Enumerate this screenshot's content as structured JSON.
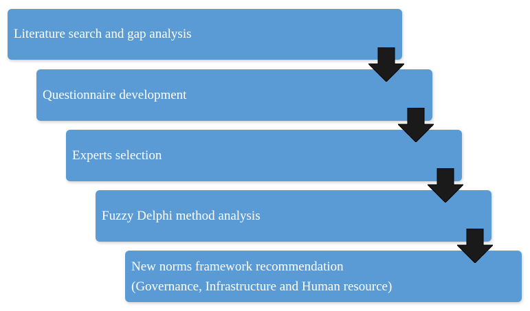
{
  "steps": [
    {
      "label": "Literature search and gap analysis"
    },
    {
      "label": "Questionnaire development"
    },
    {
      "label": "Experts selection"
    },
    {
      "label": "Fuzzy Delphi method analysis"
    },
    {
      "label_line1": "New norms framework recommendation",
      "label_line2": "(Governance, Infrastructure and Human resource)"
    }
  ],
  "icons": {
    "arrow": "arrow-down-icon"
  },
  "colors": {
    "box_fill": "#5b9bd5",
    "box_text": "#ffffff",
    "arrow_fill": "#1a1a1a"
  }
}
